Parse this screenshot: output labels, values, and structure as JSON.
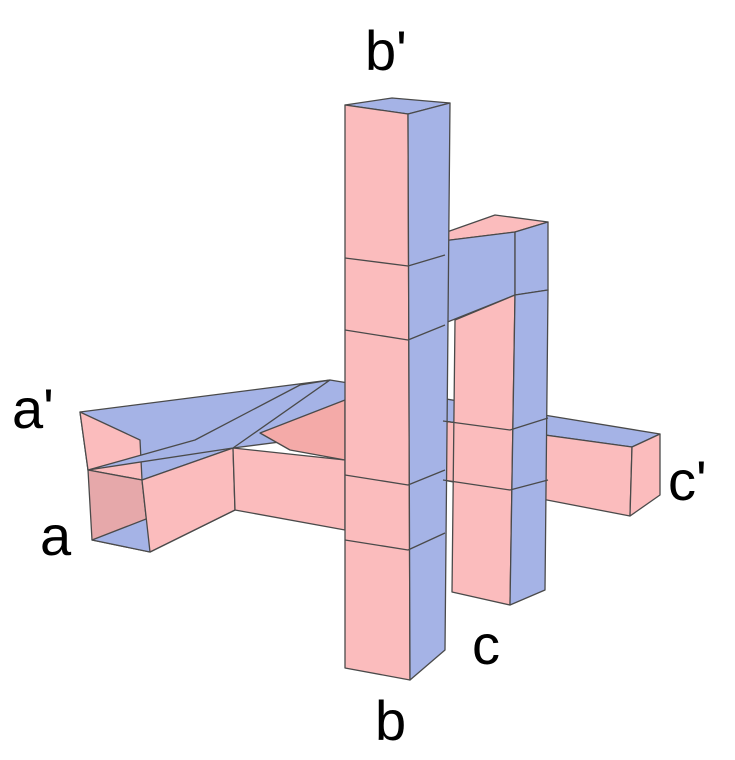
{
  "labels": {
    "a": "a",
    "a_prime": "a'",
    "b": "b",
    "b_prime": "b'",
    "c": "c",
    "c_prime": "c'"
  },
  "colors": {
    "pink": "#fbbcbd",
    "pink_dark": "#e9a9ab",
    "blue": "#a5b3e6",
    "blue_dark": "#8f9fd8",
    "edge": "#4a4a4a"
  }
}
